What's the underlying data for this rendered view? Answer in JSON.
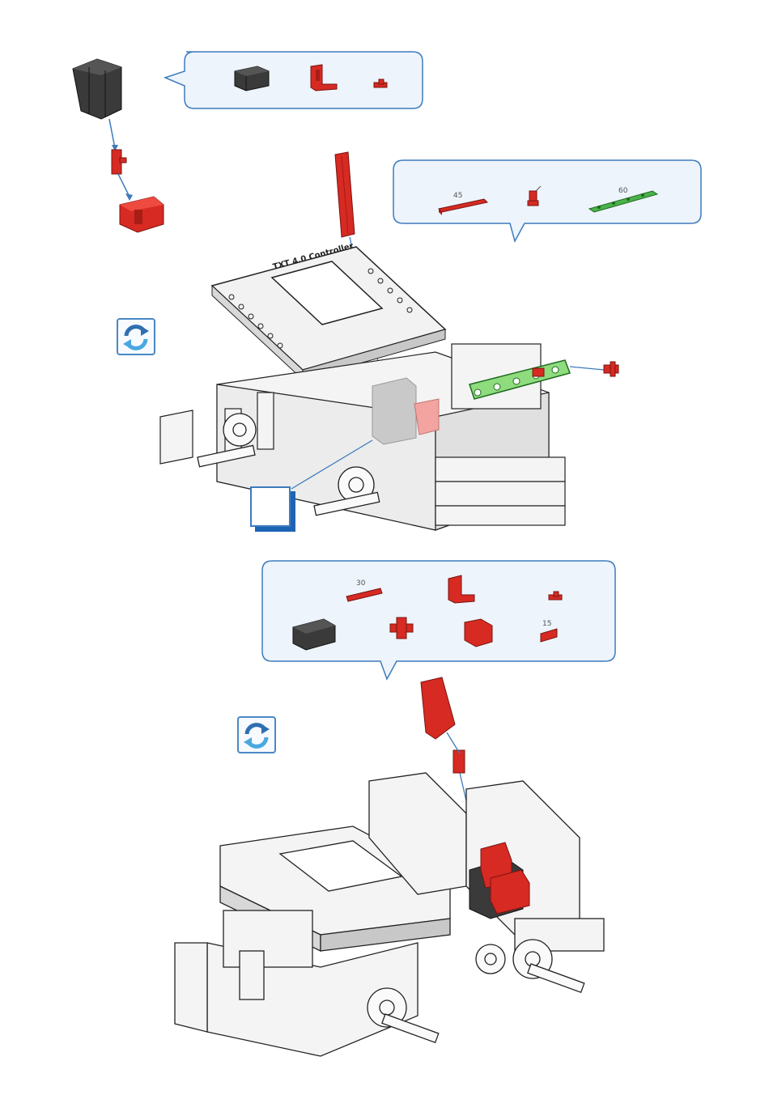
{
  "step_1": {
    "parts": [
      {
        "name": "Building block 30 black",
        "color": "#3a3a3a"
      },
      {
        "name": "Angle block red",
        "color": "#d62a22"
      },
      {
        "name": "Clip red",
        "color": "#d62a22"
      }
    ]
  },
  "step_2": {
    "parts": [
      {
        "label": "45",
        "name": "Strut red",
        "color": "#d62a22"
      },
      {
        "label": "",
        "name": "Pin red",
        "color": "#d62a22"
      },
      {
        "label": "60",
        "name": "Lever strut green",
        "color": "#4ab24a"
      }
    ],
    "controller_label": "TXT 4.0 Controller",
    "zoom_box_label": ""
  },
  "step_3": {
    "parts": [
      {
        "label": "30",
        "name": "Strut red",
        "color": "#d62a22"
      },
      {
        "label": "",
        "name": "Angle block red",
        "color": "#d62a22"
      },
      {
        "label": "",
        "name": "Clip red",
        "color": "#d62a22"
      },
      {
        "label": "",
        "name": "Building block 30 black",
        "color": "#3a3a3a"
      },
      {
        "label": "",
        "name": "Cross connector red",
        "color": "#d62a22"
      },
      {
        "label": "",
        "name": "Cube block red",
        "color": "#d62a22"
      },
      {
        "label": "15",
        "name": "Building block 15 red",
        "color": "#d62a22"
      }
    ]
  },
  "icons": {
    "rotate_1": "rotate-icon",
    "rotate_2": "rotate-icon"
  },
  "colors": {
    "accent_blue": "#3d7bbd",
    "callout_fill": "#edf4fb",
    "part_red": "#d62a22",
    "part_black": "#3a3a3a",
    "part_green": "#4ab24a"
  }
}
